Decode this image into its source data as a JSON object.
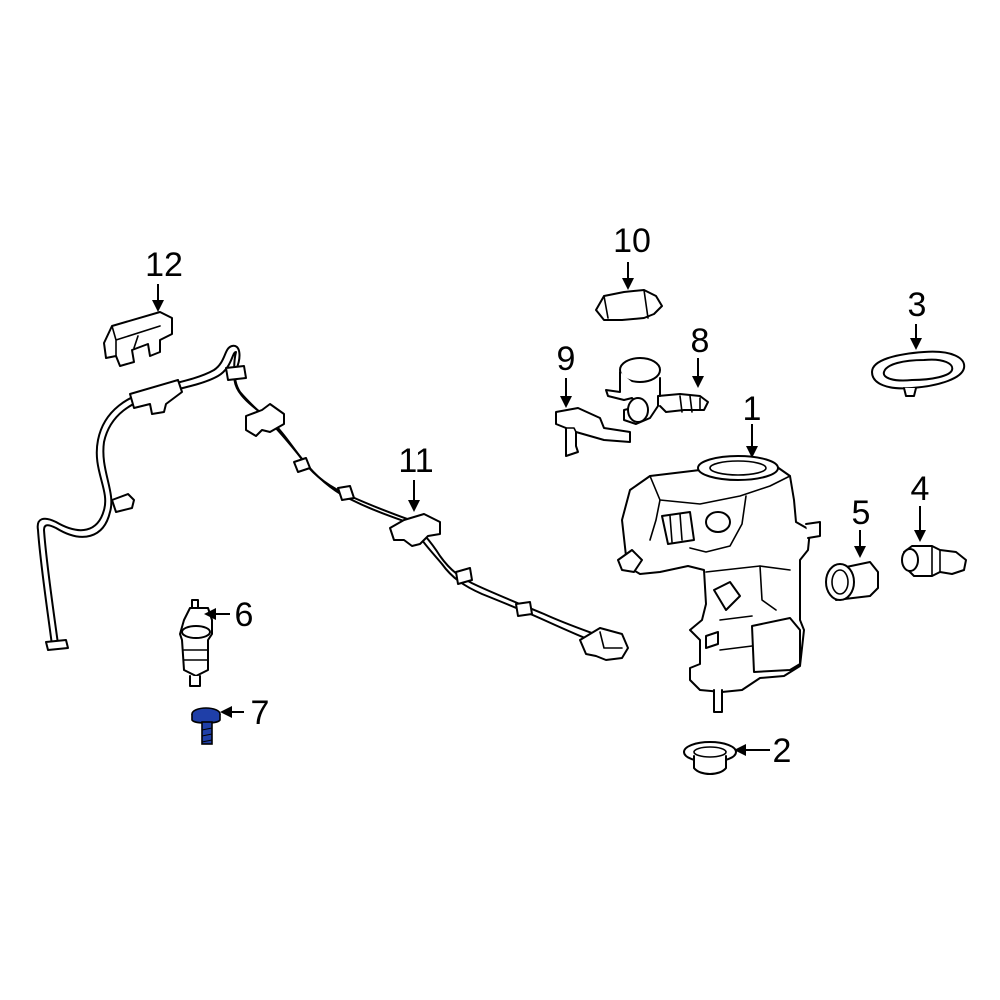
{
  "callouts": [
    {
      "id": "1",
      "label": "1"
    },
    {
      "id": "2",
      "label": "2"
    },
    {
      "id": "3",
      "label": "3"
    },
    {
      "id": "4",
      "label": "4"
    },
    {
      "id": "5",
      "label": "5"
    },
    {
      "id": "6",
      "label": "6"
    },
    {
      "id": "7",
      "label": "7"
    },
    {
      "id": "8",
      "label": "8"
    },
    {
      "id": "9",
      "label": "9"
    },
    {
      "id": "10",
      "label": "10"
    },
    {
      "id": "11",
      "label": "11"
    },
    {
      "id": "12",
      "label": "12"
    }
  ],
  "colors": {
    "line": "#000000",
    "background": "#ffffff",
    "highlight": "#1f3fa8"
  },
  "highlighted_part": "7"
}
